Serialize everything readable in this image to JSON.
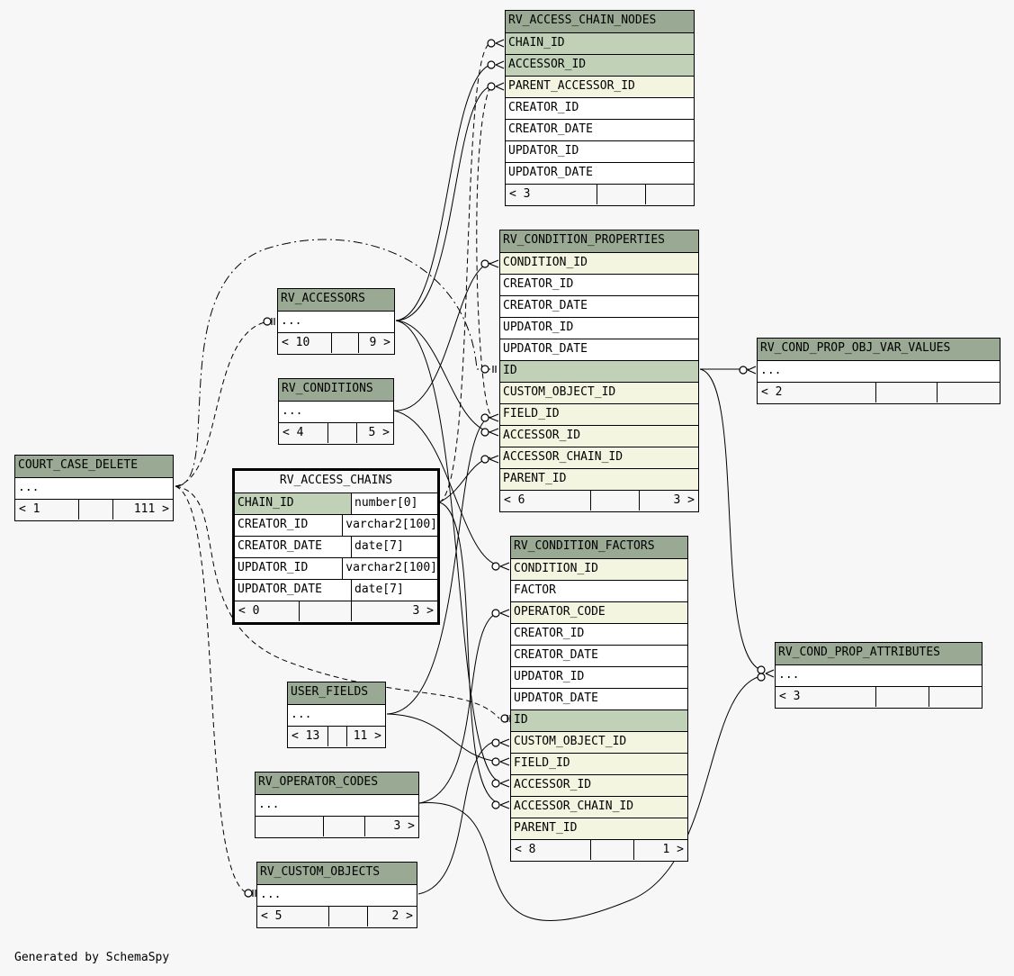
{
  "tables": {
    "rv_access_chain_nodes": {
      "name": "RV_ACCESS_CHAIN_NODES",
      "columns": [
        "CHAIN_ID",
        "ACCESSOR_ID",
        "PARENT_ACCESSOR_ID",
        "CREATOR_ID",
        "CREATOR_DATE",
        "UPDATOR_ID",
        "UPDATOR_DATE"
      ],
      "footer": [
        "< 3",
        "",
        ""
      ]
    },
    "rv_condition_properties": {
      "name": "RV_CONDITION_PROPERTIES",
      "columns": [
        "CONDITION_ID",
        "CREATOR_ID",
        "CREATOR_DATE",
        "UPDATOR_ID",
        "UPDATOR_DATE",
        "ID",
        "CUSTOM_OBJECT_ID",
        "FIELD_ID",
        "ACCESSOR_ID",
        "ACCESSOR_CHAIN_ID",
        "PARENT_ID"
      ],
      "footer": [
        "< 6",
        "",
        "3 >"
      ]
    },
    "rv_cond_prop_obj_var_values": {
      "name": "RV_COND_PROP_OBJ_VAR_VALUES",
      "columns": [
        "..."
      ],
      "footer": [
        "< 2",
        "",
        ""
      ]
    },
    "rv_accessors": {
      "name": "RV_ACCESSORS",
      "columns": [
        "..."
      ],
      "footer": [
        "< 10",
        "",
        "9 >"
      ]
    },
    "rv_conditions": {
      "name": "RV_CONDITIONS",
      "columns": [
        "..."
      ],
      "footer": [
        "< 4",
        "",
        "5 >"
      ]
    },
    "court_case_delete": {
      "name": "COURT_CASE_DELETE",
      "columns": [
        "..."
      ],
      "footer": [
        "< 1",
        "",
        "111 >"
      ]
    },
    "rv_access_chains": {
      "name": "RV_ACCESS_CHAINS",
      "columns": [
        [
          "CHAIN_ID",
          "number[0]"
        ],
        [
          "CREATOR_ID",
          "varchar2[100]"
        ],
        [
          "CREATOR_DATE",
          "date[7]"
        ],
        [
          "UPDATOR_ID",
          "varchar2[100]"
        ],
        [
          "UPDATOR_DATE",
          "date[7]"
        ]
      ],
      "footer": [
        "< 0",
        "",
        "3 >"
      ]
    },
    "rv_condition_factors": {
      "name": "RV_CONDITION_FACTORS",
      "columns": [
        "CONDITION_ID",
        "FACTOR",
        "OPERATOR_CODE",
        "CREATOR_ID",
        "CREATOR_DATE",
        "UPDATOR_ID",
        "UPDATOR_DATE",
        "ID",
        "CUSTOM_OBJECT_ID",
        "FIELD_ID",
        "ACCESSOR_ID",
        "ACCESSOR_CHAIN_ID",
        "PARENT_ID"
      ],
      "footer": [
        "< 8",
        "",
        "1 >"
      ]
    },
    "rv_cond_prop_attributes": {
      "name": "RV_COND_PROP_ATTRIBUTES",
      "columns": [
        "..."
      ],
      "footer": [
        "< 3",
        "",
        ""
      ]
    },
    "user_fields": {
      "name": "USER_FIELDS",
      "columns": [
        "..."
      ],
      "footer": [
        "< 13",
        "",
        "11 >"
      ]
    },
    "rv_operator_codes": {
      "name": "RV_OPERATOR_CODES",
      "columns": [
        "..."
      ],
      "footer": [
        "",
        "",
        "3 >"
      ]
    },
    "rv_custom_objects": {
      "name": "RV_CUSTOM_OBJECTS",
      "columns": [
        "..."
      ],
      "footer": [
        "< 5",
        "",
        "2 >"
      ]
    }
  },
  "colors": {
    "header": "#9aa993",
    "primary_key": "#c0d1b8",
    "foreign_key": "#f3f5e0",
    "background": "#f7f7f7"
  },
  "credit": "Generated by SchemaSpy"
}
